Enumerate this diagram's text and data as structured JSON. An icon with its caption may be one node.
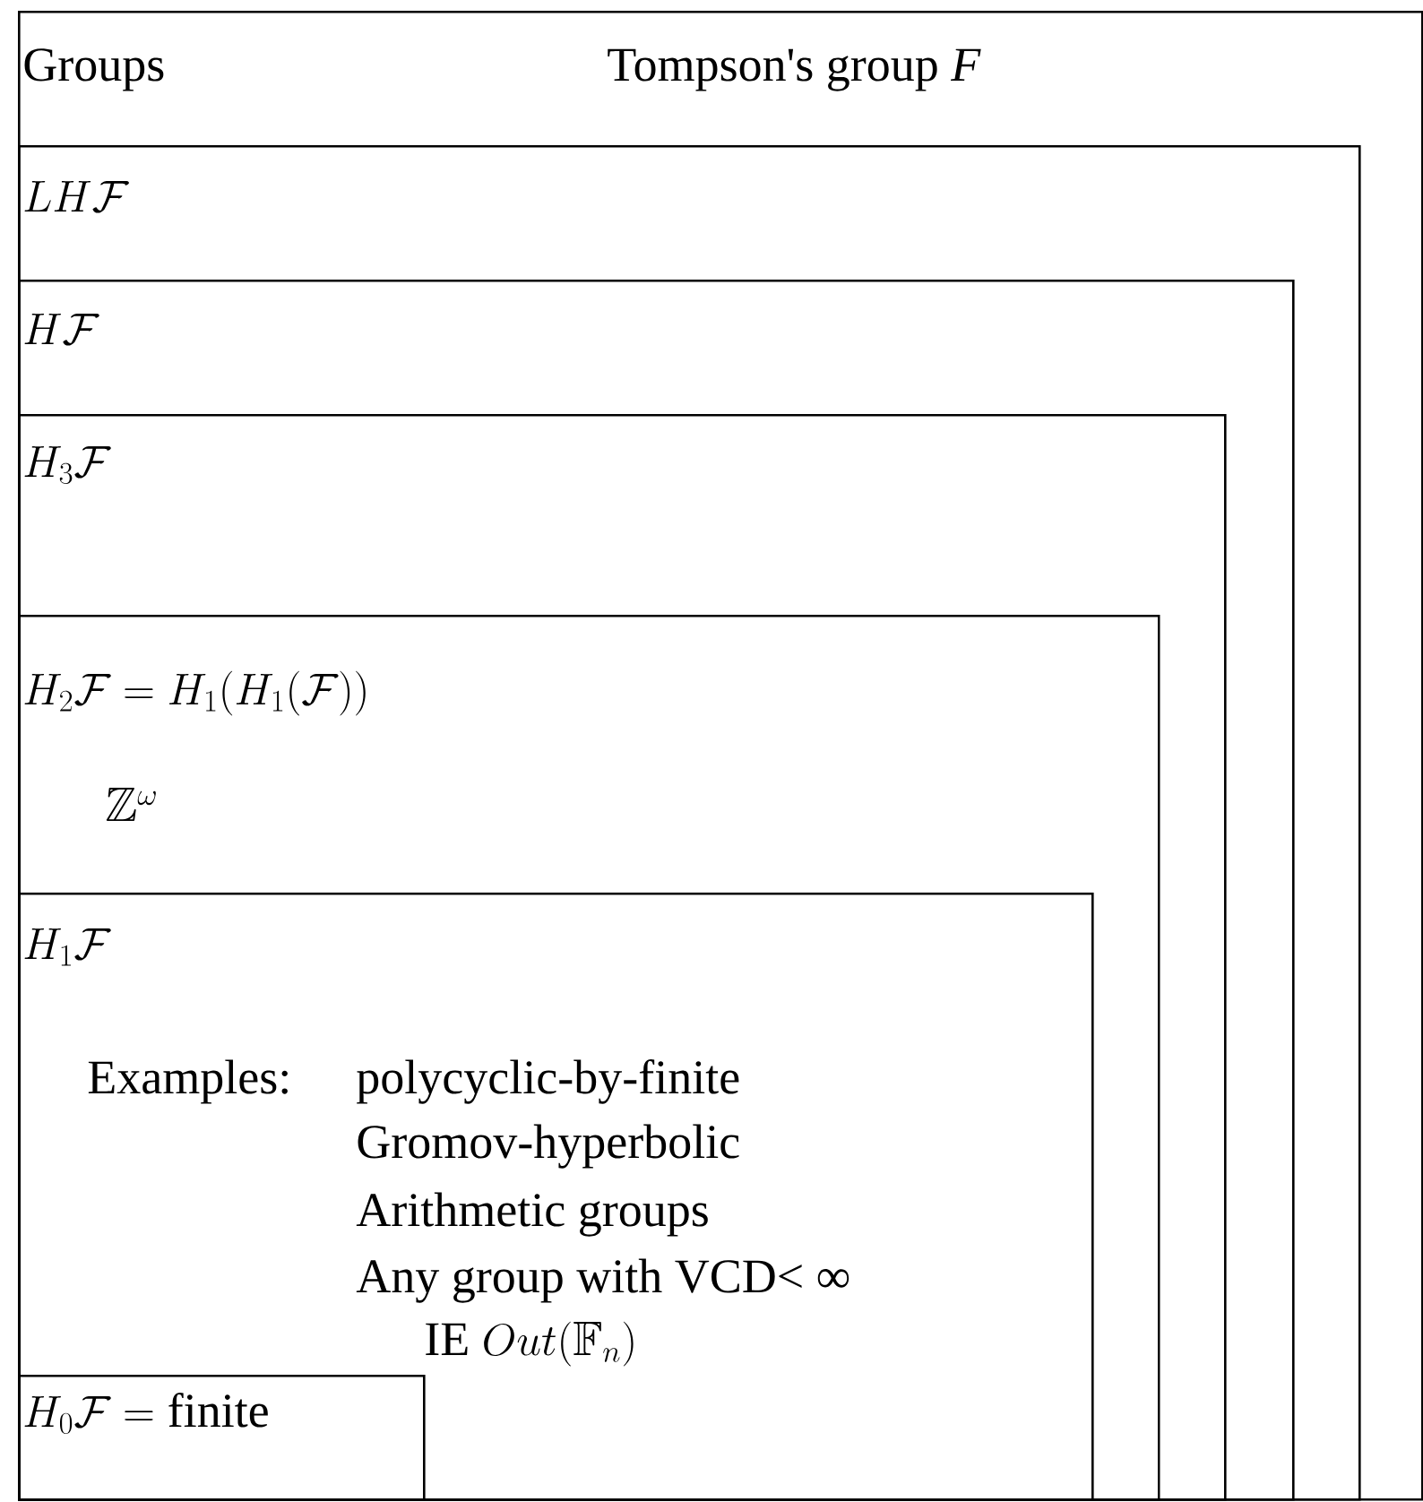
{
  "diagram": {
    "nodes": [
      {
        "text": [
          "Groups",
          "Tompson's group *F*"
        ]
      },
      {
        "text": [
          "LH\\mathcal{F}"
        ],
        "in": 0
      },
      {
        "text": [
          "H\\mathcal{F}"
        ],
        "in": 1
      },
      {
        "text": [
          "H_3\\mathcal{F}"
        ],
        "in": 2
      },
      {
        "text": [
          "H_2\\mathcal{F} = H_1(H_1(\\mathcal{F}))"
        ],
        "in": 3
      },
      {
        "text": [
          "H_1\\mathcal{F}",
          "Examples:",
          "polycyclic-by-finite",
          "Gromov-hyperbolic",
          "Arithmetic groups",
          "Any group with VCD< ∞",
          "\\text{IE } Out(\\mathbb{F}_n)"
        ],
        "in": 4
      },
      {
        "text": [
          "H_0\\mathcal{F} =\\text{finite}"
        ],
        "in": 5
      }
    ],
    "labels": [
      "\\mathbb{Z}^\\omega"
    ]
  }
}
